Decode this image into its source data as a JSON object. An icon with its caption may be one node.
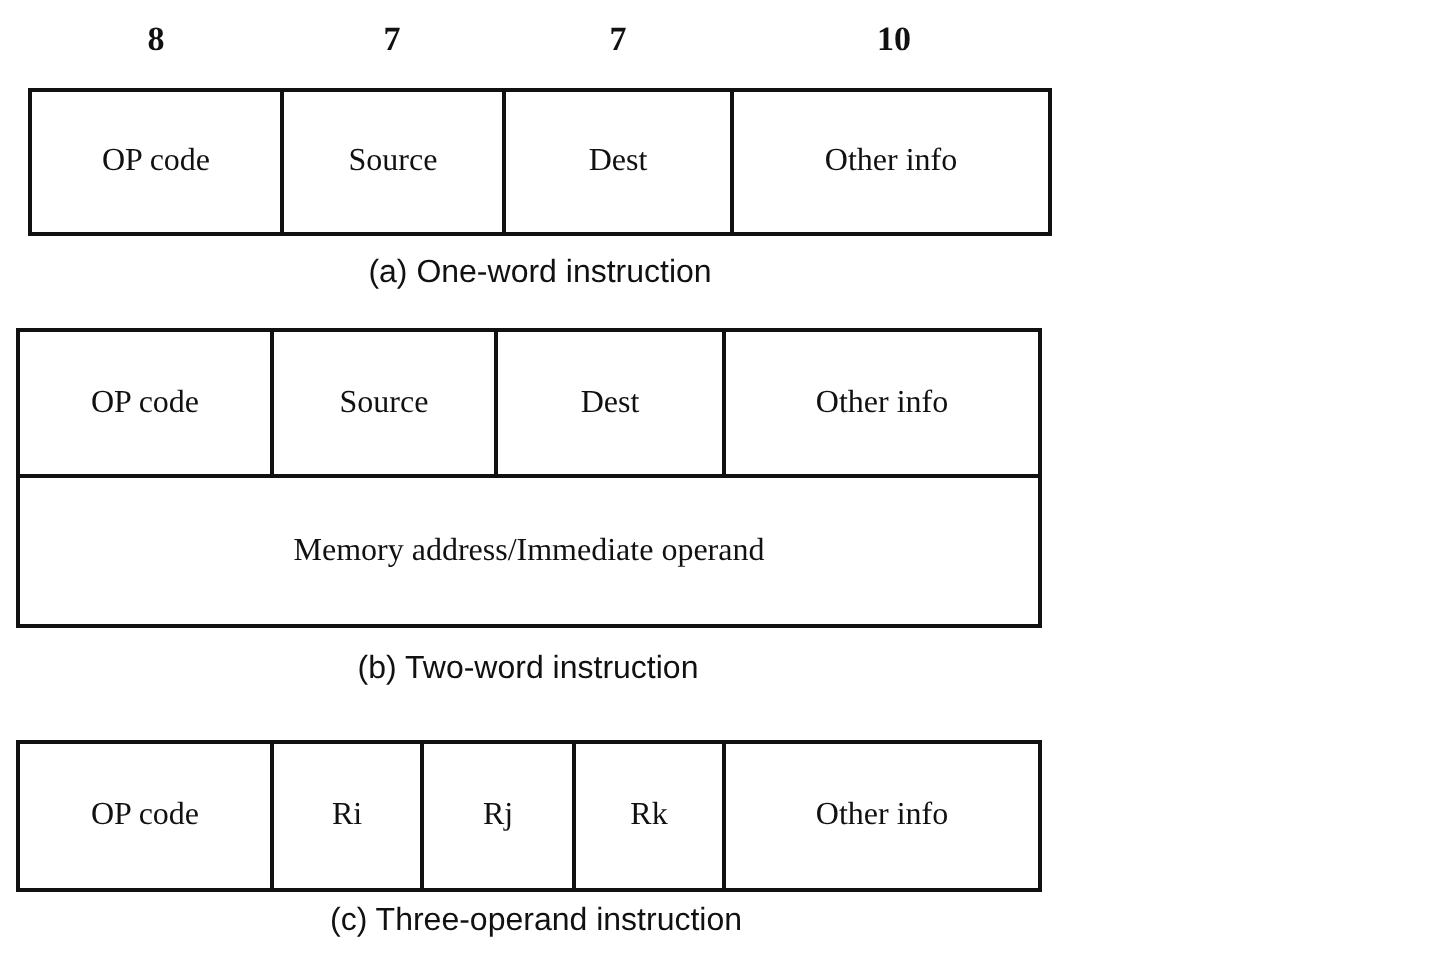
{
  "diagram": {
    "nodes": [
      {
        "text": [
          "OP code"
        ]
      },
      {
        "text": [
          "Source"
        ]
      },
      {
        "text": [
          "Dest"
        ]
      },
      {
        "text": [
          "Other info"
        ]
      },
      {
        "text": [
          "OP code"
        ]
      },
      {
        "text": [
          "Source"
        ]
      },
      {
        "text": [
          "Dest"
        ]
      },
      {
        "text": [
          "Other info"
        ]
      },
      {
        "text": [
          "Memory address/Immediate operand"
        ]
      },
      {
        "text": [
          "OP code"
        ]
      },
      {
        "text": [
          "Ri"
        ]
      },
      {
        "text": [
          "Rj"
        ]
      },
      {
        "text": [
          "Rk"
        ]
      },
      {
        "text": [
          "Other info"
        ]
      }
    ],
    "labels": [
      "8",
      "7",
      "7",
      "10",
      "(a) One-word instruction",
      "(b) Two-word instruction",
      "(c) Three-operand instruction"
    ]
  }
}
